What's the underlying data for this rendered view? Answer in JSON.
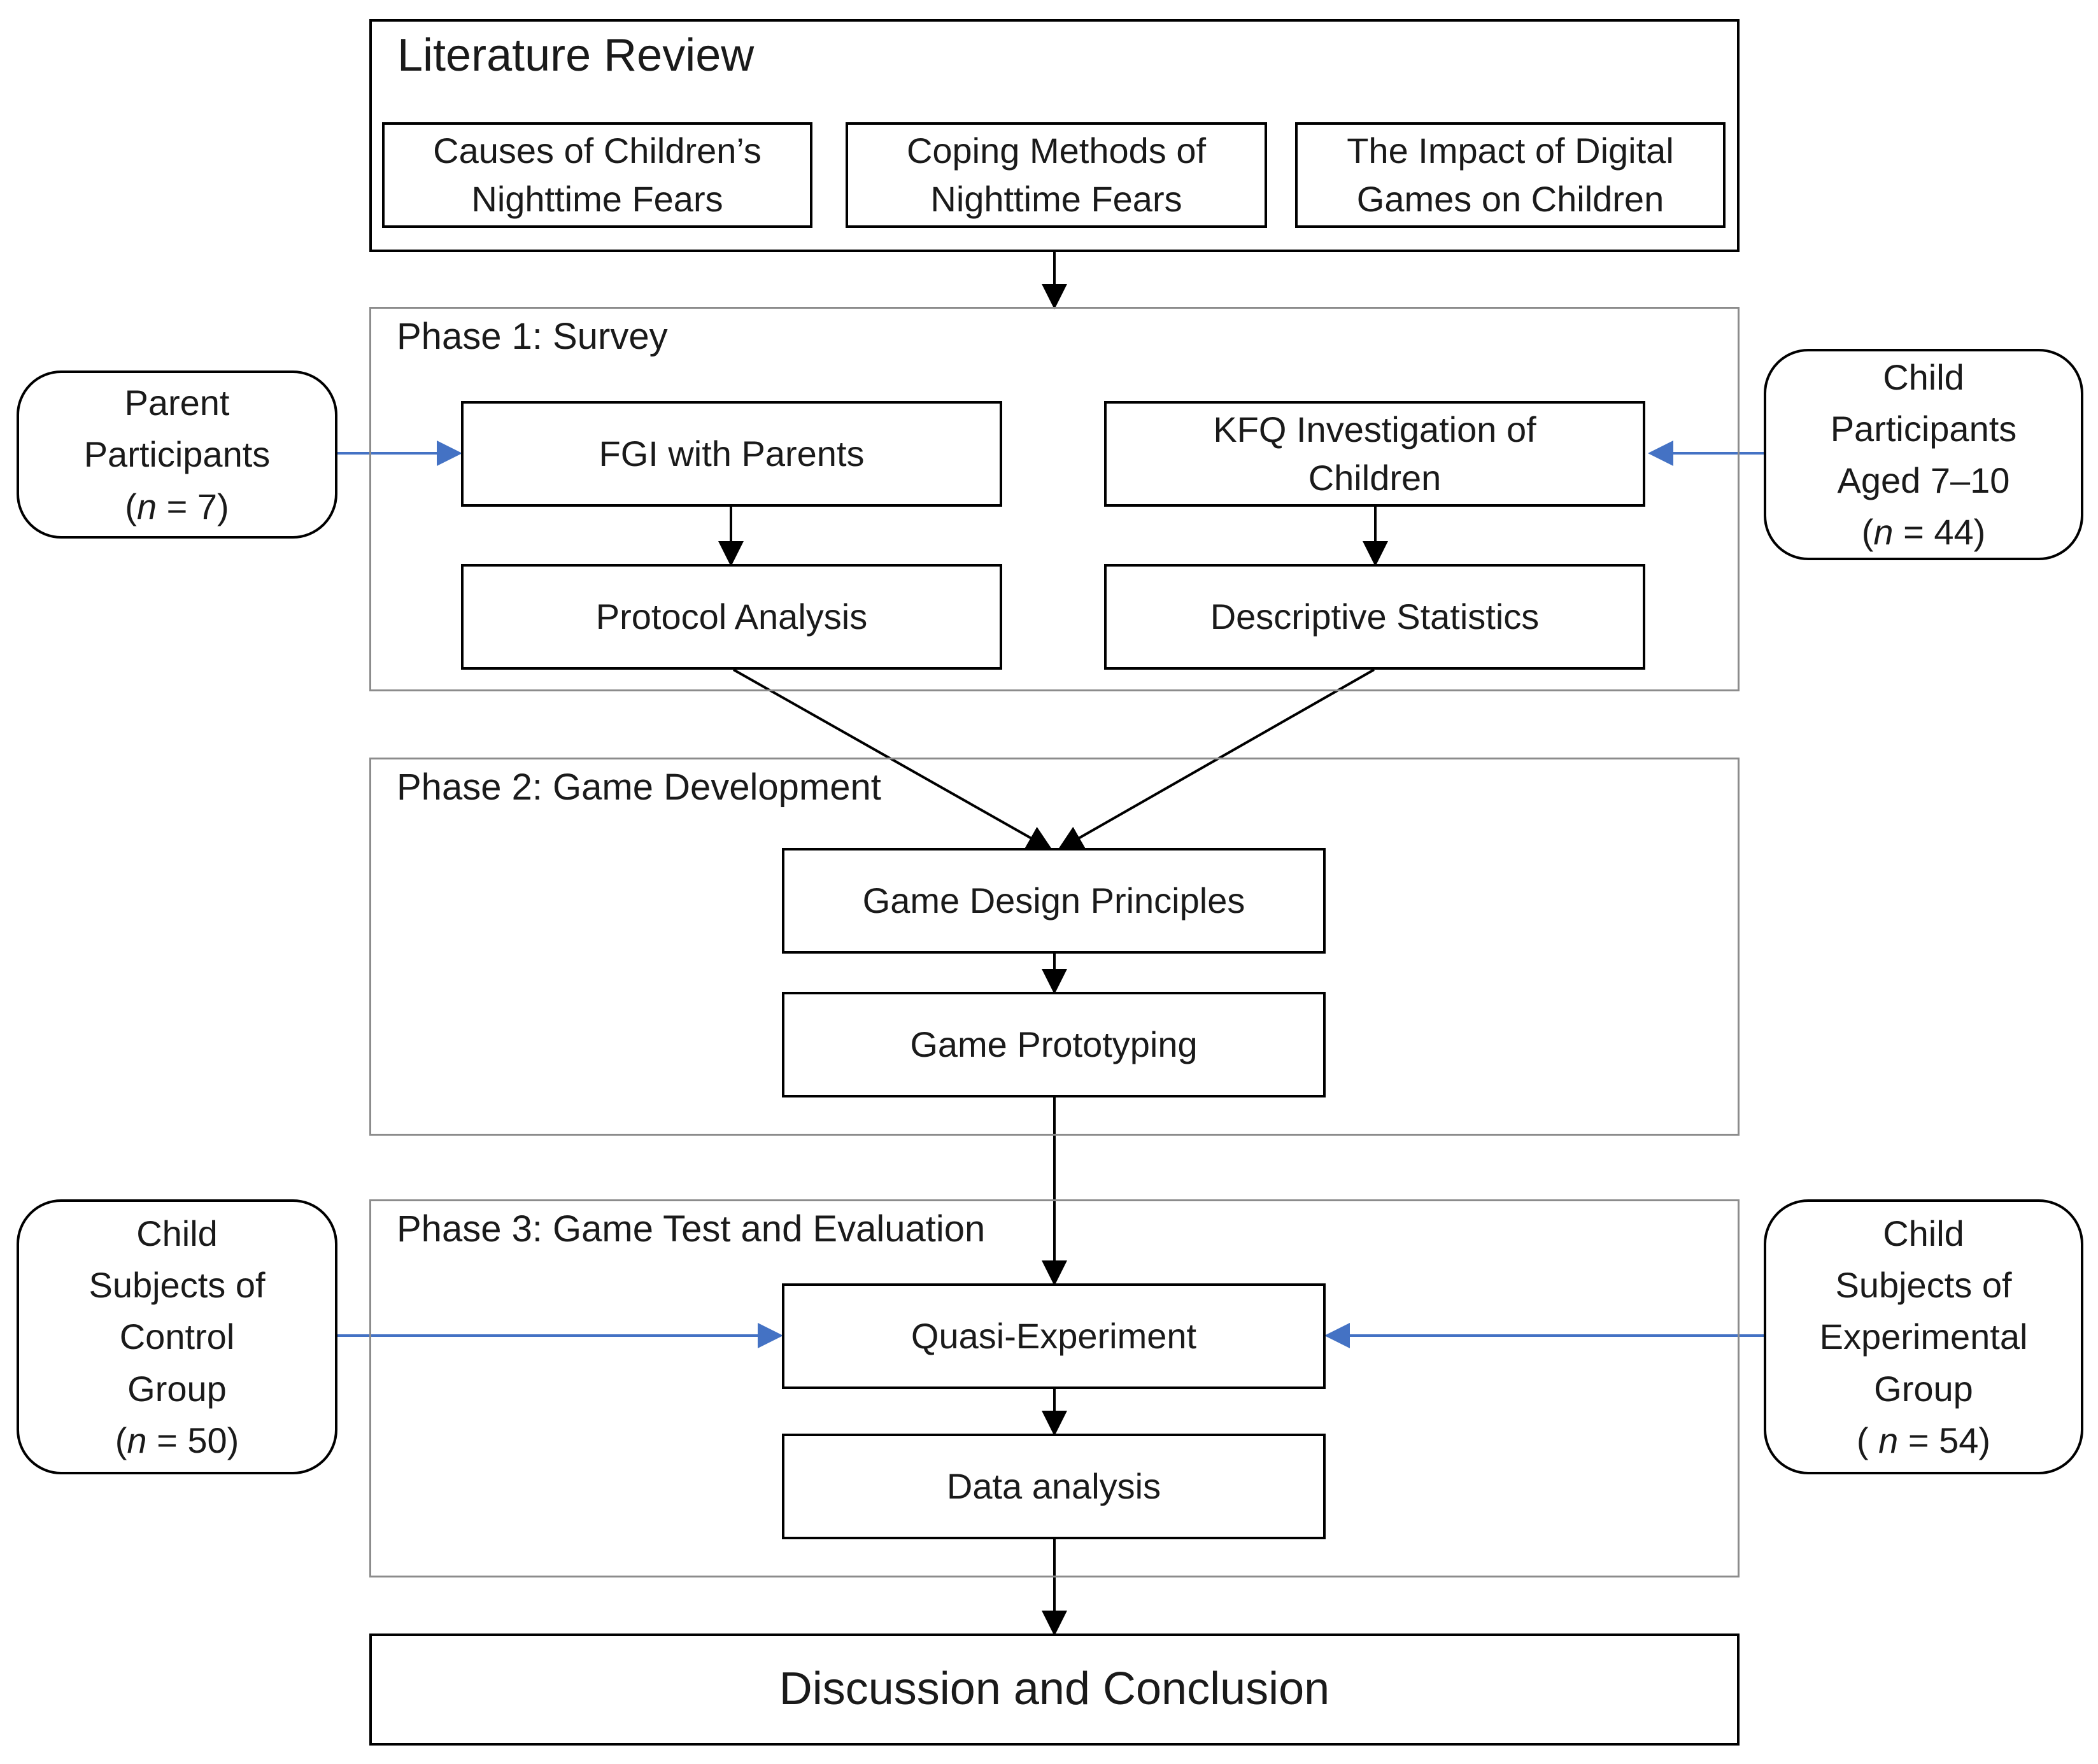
{
  "literature_review": {
    "title": "Literature Review",
    "topics": [
      {
        "line1": "Causes of Children’s",
        "line2": "Nighttime Fears"
      },
      {
        "line1": "Coping Methods of",
        "line2": "Nighttime Fears"
      },
      {
        "line1": "The Impact of Digital",
        "line2": "Games on Children"
      }
    ]
  },
  "phase1": {
    "title": "Phase 1: Survey",
    "fgi": "FGI with Parents",
    "kfq_line1": "KFQ Investigation of",
    "kfq_line2": "Children",
    "protocol": "Protocol Analysis",
    "descriptive": "Descriptive Statistics"
  },
  "phase2": {
    "title": "Phase 2: Game Development",
    "principles": "Game Design Principles",
    "prototyping": "Game Prototyping"
  },
  "phase3": {
    "title": "Phase 3: Game Test and Evaluation",
    "experiment": "Quasi-Experiment",
    "analysis": "Data analysis"
  },
  "conclusion": "Discussion and Conclusion",
  "participants": {
    "parents": {
      "lines": [
        "Parent",
        "Participants"
      ],
      "n_prefix": "(",
      "n_symbol": "n",
      "n_suffix": " = 7)"
    },
    "children": {
      "lines": [
        "Child",
        "Participants",
        "Aged 7–10"
      ],
      "n_prefix": "(",
      "n_symbol": "n",
      "n_suffix": " = 44)"
    },
    "control": {
      "lines": [
        "Child",
        "Subjects of",
        "Control",
        "Group"
      ],
      "n_prefix": "(",
      "n_symbol": "n",
      "n_suffix": " = 50)"
    },
    "experimental": {
      "lines": [
        "Child",
        "Subjects of",
        "Experimental",
        "Group"
      ],
      "n_prefix": "( ",
      "n_symbol": "n",
      "n_suffix": " = 54)"
    }
  },
  "colors": {
    "flow_arrow": "#000000",
    "input_arrow": "#4472c4",
    "phase_border": "#8c8c8c"
  }
}
